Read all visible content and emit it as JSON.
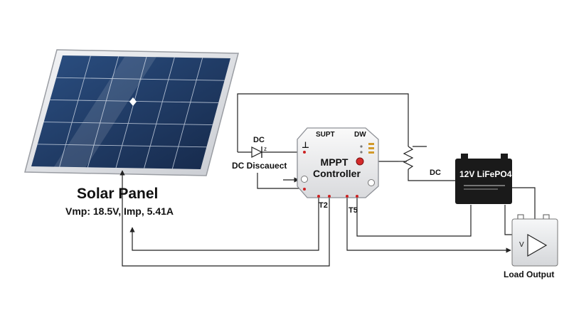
{
  "solar_panel": {
    "title": "Solar Panel",
    "specs": "Vmp: 18.5V, Imp, 5.41A"
  },
  "controller": {
    "line1": "MPPT",
    "line2": "Controller",
    "top_left_label": "SUPT",
    "top_right_label": "DW"
  },
  "labels": {
    "dc_diode": "DC",
    "diode_mark": "z",
    "dc_disconnect": "DC Discauect",
    "ground_symbol": "⊥",
    "terminal_t2": "T2",
    "terminal_t5": "T5",
    "dc_battery_line": "DC"
  },
  "battery": {
    "label": "12V LiFePO4"
  },
  "load": {
    "label": "Load Output",
    "meter": "V"
  },
  "colors": {
    "panel_cell": "#1f3c66",
    "panel_frame": "#e4e6ea",
    "battery_body": "#1a1a1a",
    "terminal_red": "#cc2222",
    "wire": "#222222"
  }
}
